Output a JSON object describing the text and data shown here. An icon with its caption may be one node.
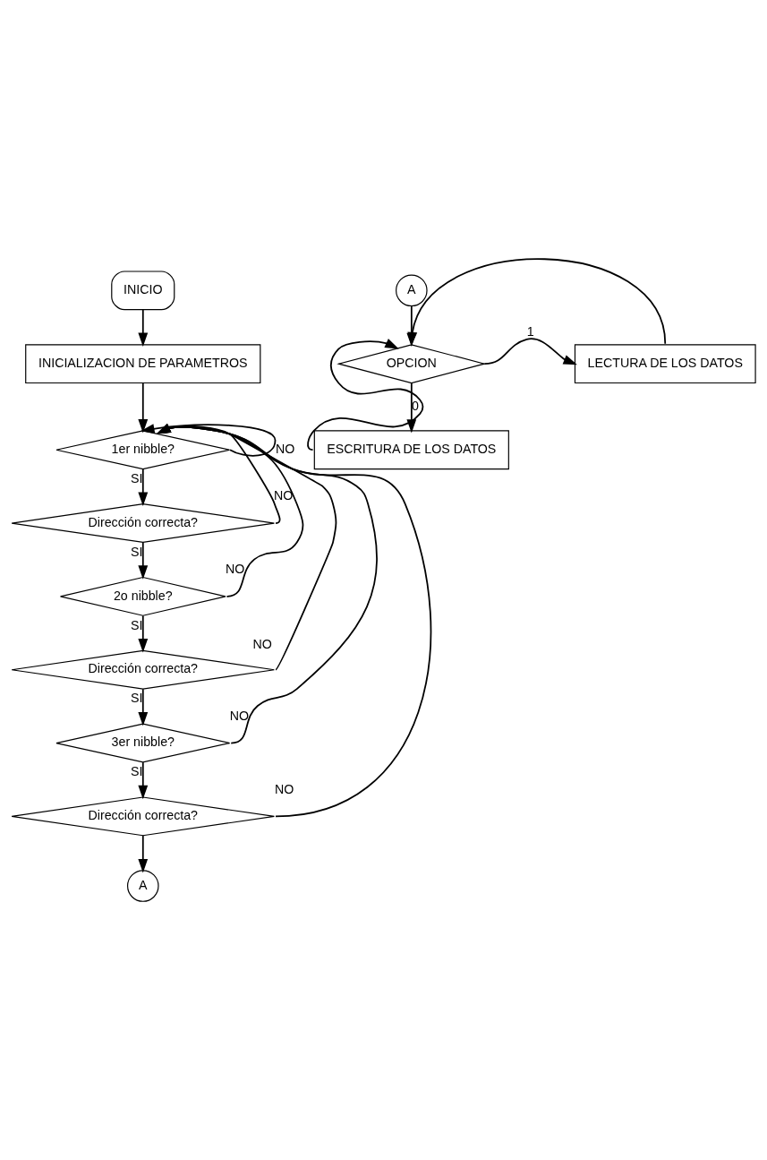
{
  "diagram": {
    "nodes": [
      {
        "text": [
          "INICIO"
        ]
      },
      {
        "text": [
          "INICIALIZACION DE PARAMETROS"
        ]
      },
      {
        "text": [
          "1er nibble?"
        ]
      },
      {
        "text": [
          "Dirección correcta?"
        ]
      },
      {
        "text": [
          "2o nibble?"
        ]
      },
      {
        "text": [
          "Dirección correcta?"
        ]
      },
      {
        "text": [
          "3er nibble?"
        ]
      },
      {
        "text": [
          "Dirección correcta?"
        ]
      },
      {
        "text": [
          "A"
        ]
      },
      {
        "text": [
          "A"
        ]
      },
      {
        "text": [
          "OPCION"
        ]
      },
      {
        "text": [
          "LECTURA DE LOS DATOS"
        ]
      },
      {
        "text": [
          "ESCRITURA DE LOS DATOS"
        ]
      }
    ],
    "edges": [
      {
        "from": 0,
        "to": 1,
        "arrow": "to"
      },
      {
        "from": 1,
        "to": 2,
        "arrow": "to"
      },
      {
        "from": 2,
        "to": 3,
        "arrow": "to",
        "label": "SI"
      },
      {
        "from": 3,
        "to": 4,
        "arrow": "to",
        "label": "SI"
      },
      {
        "from": 4,
        "to": 5,
        "arrow": "to",
        "label": "SI"
      },
      {
        "from": 5,
        "to": 6,
        "arrow": "to",
        "label": "SI"
      },
      {
        "from": 6,
        "to": 7,
        "arrow": "to",
        "label": "SI"
      },
      {
        "from": 7,
        "to": 8,
        "arrow": "to"
      },
      {
        "from": 2,
        "to": 2,
        "arrow": "to",
        "label": "NO"
      },
      {
        "from": 3,
        "to": 2,
        "arrow": "to",
        "label": "NO"
      },
      {
        "from": 4,
        "to": 2,
        "arrow": "to",
        "label": "NO"
      },
      {
        "from": 5,
        "to": 2,
        "arrow": "to",
        "label": "NO"
      },
      {
        "from": 6,
        "to": 2,
        "arrow": "to",
        "label": "NO"
      },
      {
        "from": 7,
        "to": 2,
        "arrow": "to",
        "label": "NO"
      },
      {
        "from": 9,
        "to": 10,
        "arrow": "to"
      },
      {
        "from": 10,
        "to": 11,
        "arrow": "to",
        "label": "1"
      },
      {
        "from": 10,
        "to": 12,
        "arrow": "to",
        "label": "0"
      },
      {
        "from": 11,
        "to": 10,
        "arrow": "to"
      },
      {
        "from": 12,
        "to": 10,
        "arrow": "to"
      }
    ]
  }
}
